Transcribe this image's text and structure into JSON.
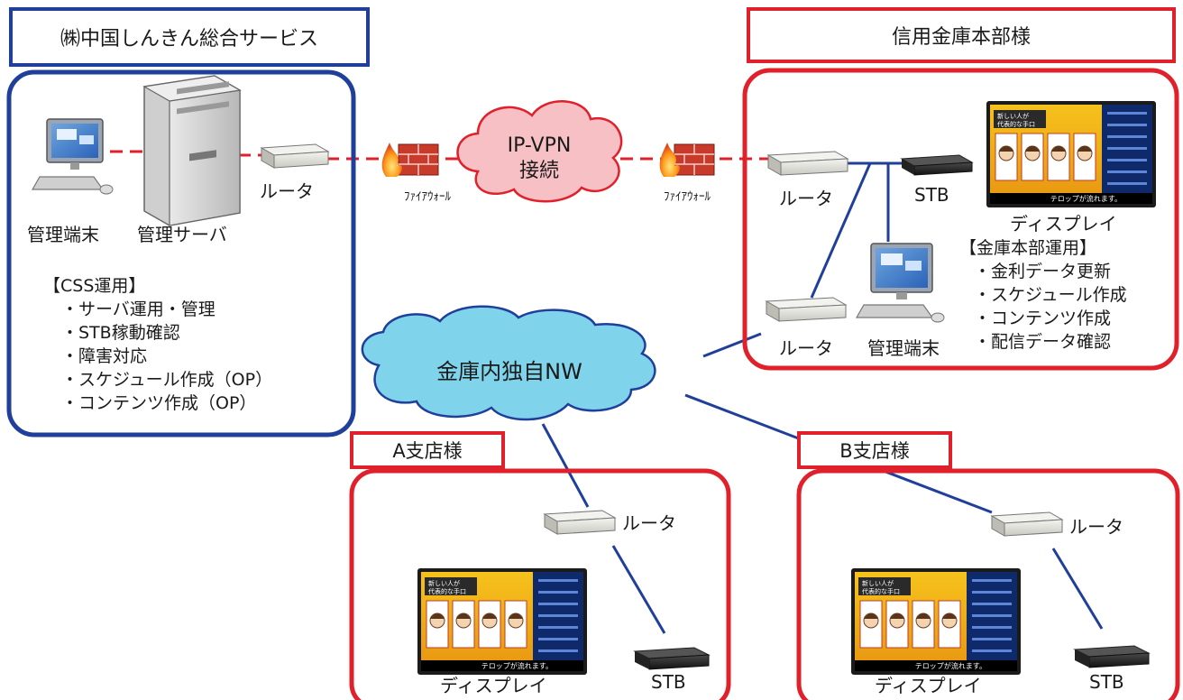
{
  "css_company": {
    "title": "㈱中国しんきん総合サービス",
    "terminal_label": "管理端末",
    "server_label": "管理サーバ",
    "router_label": "ルータ",
    "ops_heading": "【CSS運用】",
    "ops_items": [
      "・サーバ運用・管理",
      "・STB稼動確認",
      "・障害対応",
      "・スケジュール作成（OP）",
      "・コンテンツ作成（OP）"
    ]
  },
  "network": {
    "firewall_label_left": "ﾌｧｲｱｳｫｰﾙ",
    "firewall_label_right": "ﾌｧｲｱｳｫｰﾙ",
    "vpn_line1": "IP-VPN",
    "vpn_line2": "接続",
    "internal_nw": "金庫内独自NW"
  },
  "hq": {
    "title": "信用金庫本部様",
    "router_top": "ルータ",
    "router_bottom": "ルータ",
    "stb_label": "STB",
    "display_label": "ディスプレイ",
    "terminal_label": "管理端末",
    "ops_heading": "【金庫本部運用】",
    "ops_items": [
      "・金利データ更新",
      "・スケジュール作成",
      "・コンテンツ作成",
      "・配信データ確認"
    ]
  },
  "screen": {
    "ticker": "テロップが流れます。",
    "headline_line1": "新しい人が",
    "headline_line2": "代表的な手口"
  },
  "branch_a": {
    "title": "A支店様",
    "router_label": "ルータ",
    "display_label": "ディスプレイ",
    "stb_label": "STB"
  },
  "branch_b": {
    "title": "B支店様",
    "router_label": "ルータ",
    "display_label": "ディスプレイ",
    "stb_label": "STB"
  },
  "colors": {
    "blue_frame": "#1f3f9a",
    "red_frame": "#e0202a",
    "link_red": "#e0202a",
    "link_blue": "#1f3f9a",
    "cloud_pink": "#f7c0c4",
    "cloud_cyan": "#7fd3ea"
  }
}
